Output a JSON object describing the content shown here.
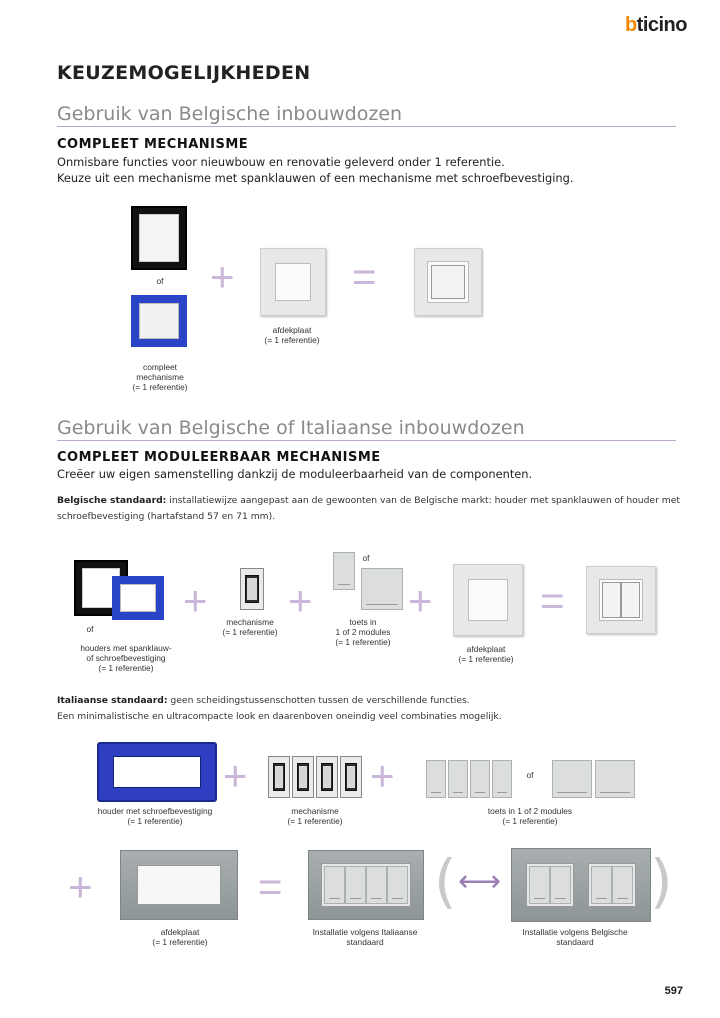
{
  "brand": {
    "logo_b": "b",
    "logo_rest": "ticino",
    "color_b": "#f08a00"
  },
  "page": {
    "title": "KEUZEMOGELIJKHEDEN",
    "number": "597"
  },
  "section1": {
    "title": "Gebruik van Belgische inbouwdozen",
    "subtitle": "COMPLEET MECHANISME",
    "line1": "Onmisbare functies voor nieuwbouw en renovatie geleverd onder 1 referentie.",
    "line2": "Keuze uit een mechanisme met spanklauwen of een mechanisme met schroefbevestiging.",
    "of": "of",
    "cap_mech": [
      "compleet",
      "mechanisme",
      "(= 1 referentie)"
    ],
    "cap_plate": [
      "afdekplaat",
      "(= 1 referentie)"
    ],
    "plus": "+",
    "equals": "="
  },
  "section2": {
    "title": "Gebruik van Belgische of Italiaanse inbouwdozen",
    "subtitle": "COMPLEET MODULEERBAAR MECHANISME",
    "line1": "Creëer uw eigen samenstelling dankzij de moduleerbaarheid van de componenten.",
    "belg_label": "Belgische standaard:",
    "belg_text1": " installatiewijze aangepast aan de gewoonten van de Belgische markt: houder met spanklauwen of houder met",
    "belg_text2": "schroefbevestiging (hartafstand 57 en 71 mm).",
    "of": "of",
    "cap_holders": [
      "houders met spanklauw-",
      "of schroefbevestiging",
      "(= 1 referentie)"
    ],
    "cap_mechanism": [
      "mechanisme",
      "(= 1 referentie)"
    ],
    "cap_keys": [
      "toets in",
      "1 of 2 modules",
      "(= 1 referentie)"
    ],
    "cap_plate": [
      "afdekplaat",
      "(= 1 referentie)"
    ],
    "ital_label": "Italiaanse standaard:",
    "ital_text1": " geen scheidingstussenschotten tussen de verschillende functies.",
    "ital_text2": "Een minimalistische en ultracompacte look en daarenboven oneindig veel combinaties mogelijk.",
    "cap_ital_holder": [
      "houder met schroefbevestiging",
      "(= 1 referentie)"
    ],
    "cap_ital_mech": [
      "mechanisme",
      "(= 1 referentie)"
    ],
    "cap_ital_keys": [
      "toets in 1 of 2 modules",
      "(= 1 referentie)"
    ],
    "cap_ital_plate": [
      "afdekplaat",
      "(= 1 referentie)"
    ],
    "cap_ital_install": [
      "Installatie volgens Italiaanse",
      "standaard"
    ],
    "cap_belg_install": [
      "Installatie volgens Belgische",
      "standaard"
    ],
    "plus": "+",
    "equals": "=",
    "paren_open": "(",
    "paren_close": ")",
    "arrow": "⟷"
  }
}
